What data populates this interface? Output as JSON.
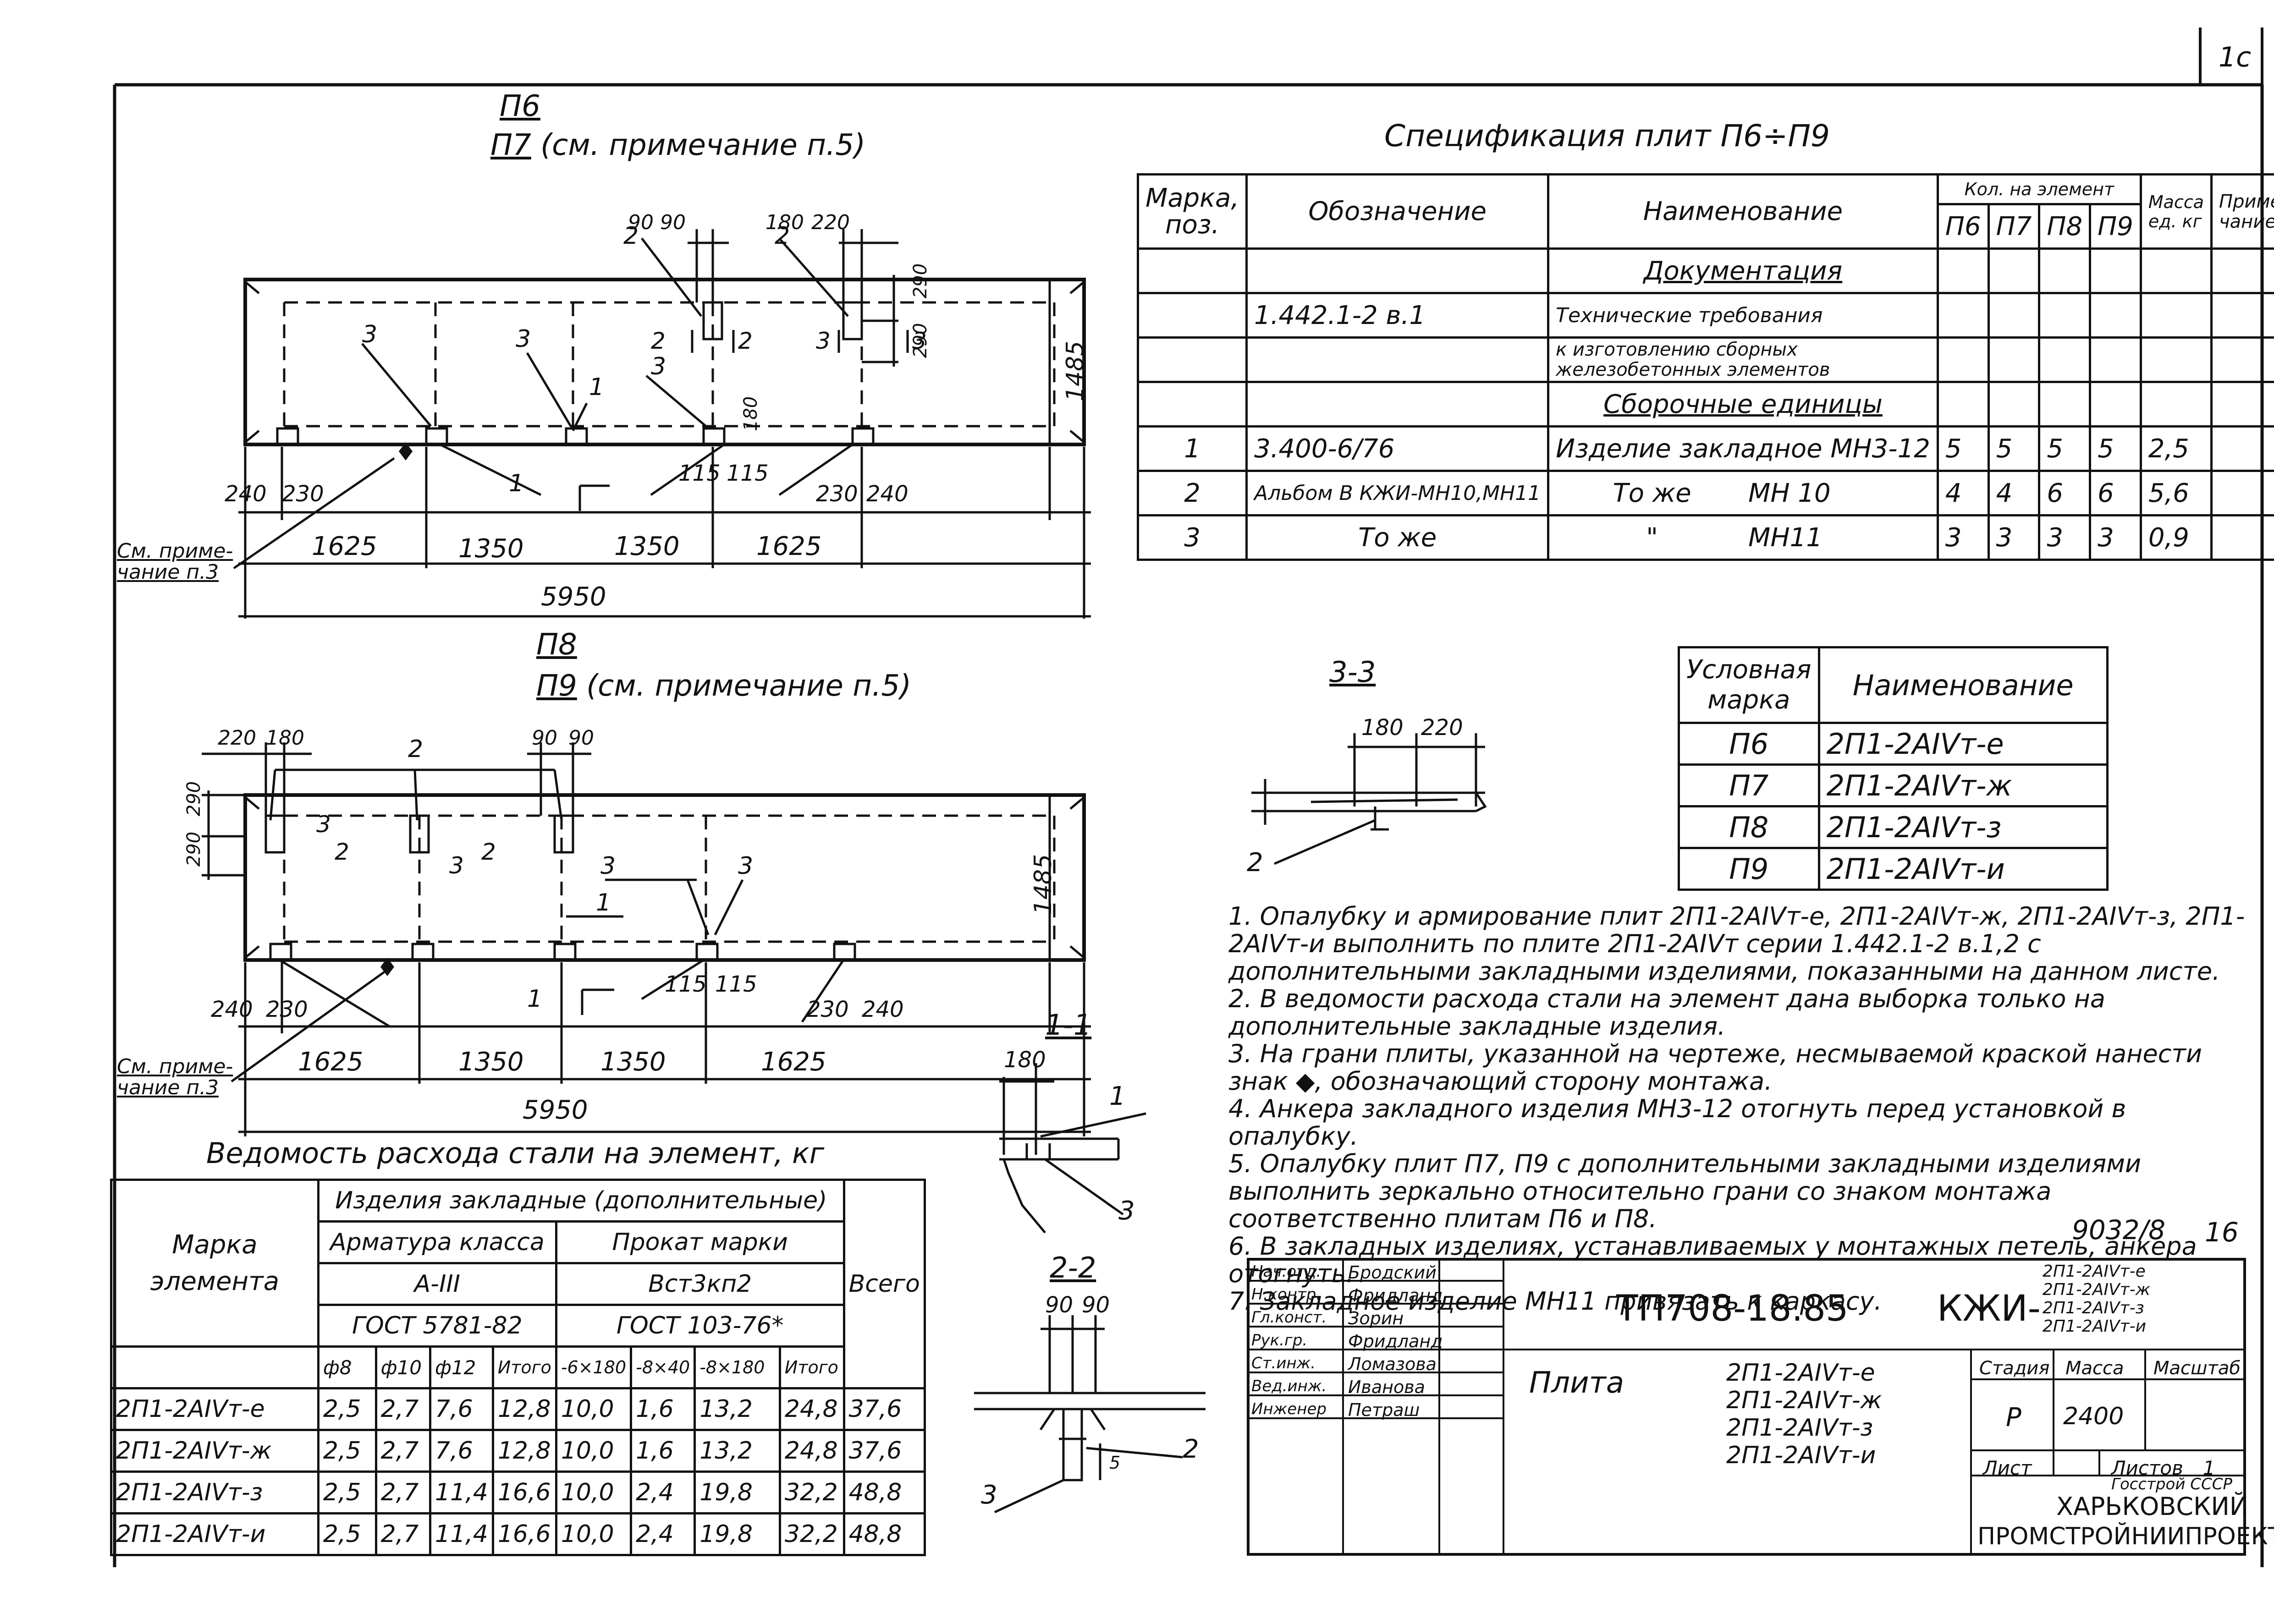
{
  "sheet": {
    "corner_num": "1c",
    "doc_num": "9032/8",
    "page": "16"
  },
  "view_top": {
    "title1": "П6",
    "title2": "П7",
    "title2_note": "(см. примечание п.5)",
    "dims": {
      "d1625a": "1625",
      "d1350a": "1350",
      "d1350b": "1350",
      "d1625b": "1625",
      "total": "5950",
      "height": "1485",
      "d240l": "240",
      "d230l": "230",
      "d230r": "230",
      "d240r": "240",
      "d115a": "115",
      "d115b": "115",
      "d90a": "90",
      "d90b": "90",
      "d180": "180",
      "d220": "220",
      "d290a": "290",
      "d290b": "290",
      "d180v": "180"
    },
    "callouts": {
      "c2a": "2",
      "c2b": "2",
      "c3a": "3",
      "c3b": "3",
      "c3c": "3",
      "c1a": "1",
      "c1b": "1",
      "sec2a": "2",
      "sec2b": "2",
      "sec3a": "3",
      "sec3b": "3"
    },
    "note": "См. приме- чание п.3"
  },
  "view_bottom": {
    "title1": "П8",
    "title2": "П9",
    "title2_note": "(см. примечание п.5)",
    "dims": {
      "d1625a": "1625",
      "d1350a": "1350",
      "d1350b": "1350",
      "d1625b": "1625",
      "total": "5950",
      "height": "1485",
      "d240l": "240",
      "d230l": "230",
      "d230r": "230",
      "d240r": "240",
      "d115a": "115",
      "d115b": "115",
      "d220": "220",
      "d180": "180",
      "d90a": "90",
      "d90b": "90",
      "d290a": "290",
      "d290b": "290"
    },
    "callouts": {
      "c2": "2",
      "c3a": "3",
      "c3b": "3",
      "c3c": "3",
      "c1a": "1",
      "c1b": "1",
      "sec3a": "3",
      "sec3b": "3",
      "sec2a": "2",
      "sec2b": "2"
    },
    "note": "См. приме- чание п.3"
  },
  "spec": {
    "title": "Спецификация плит П6÷П9",
    "headers": {
      "mark": "Марка, поз.",
      "designation": "Обозначение",
      "name": "Наименование",
      "qty": "Кол. на элемент",
      "mass": "Масса ед. кг",
      "note": "Приме- чание",
      "p6": "П6",
      "p7": "П7",
      "p8": "П8",
      "p9": "П9"
    },
    "section_docs": "Документация",
    "doc_row": {
      "designation": "1.442.1-2 в.1",
      "name1": "Технические требования",
      "name2": "к изготовлению сборных",
      "name3": "железобетонных элементов"
    },
    "section_units": "Сборочные единицы",
    "rows": [
      {
        "pos": "1",
        "designation": "3.400-6/76",
        "name": "Изделие закладное",
        "code": "МН3-12",
        "p6": "5",
        "p7": "5",
        "p8": "5",
        "p9": "5",
        "mass": "2,5"
      },
      {
        "pos": "2",
        "designation": "Альбом В КЖИ-МН10,МН11",
        "name": "То же",
        "code": "МН 10",
        "p6": "4",
        "p7": "4",
        "p8": "6",
        "p9": "6",
        "mass": "5,6"
      },
      {
        "pos": "3",
        "designation": "То же",
        "name": "\"",
        "code": "МН11",
        "p6": "3",
        "p7": "3",
        "p8": "3",
        "p9": "3",
        "mass": "0,9"
      }
    ]
  },
  "marks": {
    "h1": "Условная марка",
    "h2": "Наименование",
    "rows": [
      {
        "mark": "П6",
        "name": "2П1-2АIVт-е"
      },
      {
        "mark": "П7",
        "name": "2П1-2АIVт-ж"
      },
      {
        "mark": "П8",
        "name": "2П1-2АIVт-з"
      },
      {
        "mark": "П9",
        "name": "2П1-2АIVт-и"
      }
    ]
  },
  "sections": {
    "s33": {
      "title": "3-3",
      "d180": "180",
      "d220": "220",
      "callout": "2"
    },
    "s11": {
      "title": "1-1",
      "d180": "180",
      "c1": "1",
      "c3": "3"
    },
    "s22": {
      "title": "2-2",
      "d90a": "90",
      "d90b": "90",
      "c2": "2",
      "c3": "3",
      "d5": "5"
    }
  },
  "notes": [
    "1. Опалубку и армирование плит 2П1-2АIVт-е, 2П1-2АIVт-ж, 2П1-2АIVт-з, 2П1-2АIVт-и выполнить по плите 2П1-2АIVт серии 1.442.1-2 в.1,2 с дополнительными закладными изделиями, показанными на данном листе.",
    "2. В ведомости расхода стали на элемент дана выборка только на дополнительные закладные изделия.",
    "3. На грани плиты, указанной на чертеже, несмываемой краской нанести знак ◆, обозначающий сторону монтажа.",
    "4. Анкера закладного изделия МН3-12 отогнуть перед установкой в опалубку.",
    "5. Опалубку плит П7, П9 с дополнительными закладными изделиями выполнить зеркально относительно грани со знаком монтажа соответственно плитам П6 и П8.",
    "6. В закладных изделиях, устанавливаемых у монтажных петель, анкера отогнуть.",
    "7. Закладное изделие МН11 привязать к каркасу."
  ],
  "steel": {
    "title": "Ведомость расхода стали на элемент, кг",
    "h_mark": "Марка элемента",
    "h_embedded": "Изделия закладные (дополнительные)",
    "h_rebar": "Арматура класса",
    "h_rolled": "Прокат марки",
    "h_class": "А-III",
    "h_grade": "Вст3кп2",
    "h_gost1": "ГОСТ 5781-82",
    "h_gost2": "ГОСТ 103-76*",
    "h_total": "Всего",
    "cols": [
      "ф8",
      "ф10",
      "ф12",
      "Итого",
      "-6×180",
      "-8×40",
      "-8×180",
      "Итого"
    ],
    "rows": [
      {
        "mark": "2П1-2АIVт-е",
        "v": [
          "2,5",
          "2,7",
          "7,6",
          "12,8",
          "10,0",
          "1,6",
          "13,2",
          "24,8"
        ],
        "total": "37,6"
      },
      {
        "mark": "2П1-2АIVт-ж",
        "v": [
          "2,5",
          "2,7",
          "7,6",
          "12,8",
          "10,0",
          "1,6",
          "13,2",
          "24,8"
        ],
        "total": "37,6"
      },
      {
        "mark": "2П1-2АIVт-з",
        "v": [
          "2,5",
          "2,7",
          "11,4",
          "16,6",
          "10,0",
          "2,4",
          "19,8",
          "32,2"
        ],
        "total": "48,8"
      },
      {
        "mark": "2П1-2АIVт-и",
        "v": [
          "2,5",
          "2,7",
          "11,4",
          "16,6",
          "10,0",
          "2,4",
          "19,8",
          "32,2"
        ],
        "total": "48,8"
      }
    ]
  },
  "titleblock": {
    "people": [
      {
        "role": "Нач.отд.",
        "name": "Бродский"
      },
      {
        "role": "Н.контр.",
        "name": "Фридланд"
      },
      {
        "role": "Гл.конст.",
        "name": "Зорин"
      },
      {
        "role": "Рук.гр.",
        "name": "Фридланд"
      },
      {
        "role": "Ст.инж.",
        "name": "Ломазова"
      },
      {
        "role": "Вед.инж.",
        "name": "Иванова"
      },
      {
        "role": "Инженер",
        "name": "Петраш"
      }
    ],
    "code": "ТП708-18.85",
    "kzhi": "КЖИ-",
    "kzhi_list": [
      "2П1-2АIVт-е",
      "2П1-2АIVт-ж",
      "2П1-2АIVт-з",
      "2П1-2АIVт-и"
    ],
    "item": "Плита",
    "item_list": [
      "2П1-2АIVт-е",
      "2П1-2АIVт-ж",
      "2П1-2АIVт-з",
      "2П1-2АIVт-и"
    ],
    "stage_h": "Стадия",
    "mass_h": "Масса",
    "scale_h": "Масштаб",
    "stage": "Р",
    "mass": "2400",
    "sheet_h": "Лист",
    "sheets_h": "Листов",
    "sheets": "1",
    "org1": "Госстрой СССР",
    "org2": "ХАРЬКОВСКИЙ",
    "org3": "ПРОМСТРОЙНИИПРОЕКТ"
  }
}
